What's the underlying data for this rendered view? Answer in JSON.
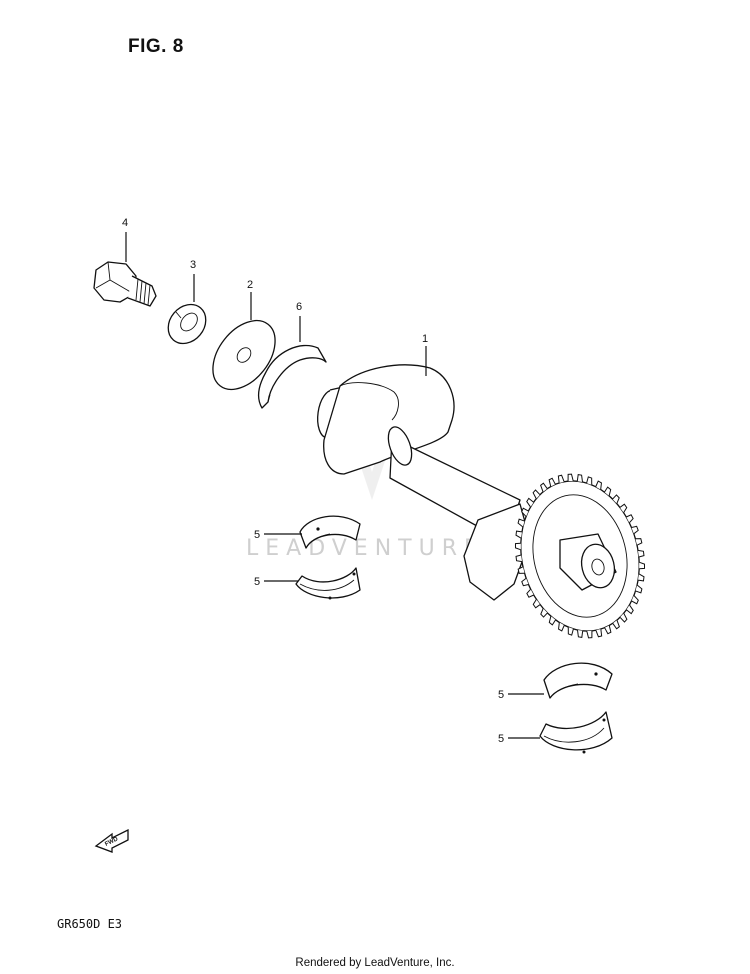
{
  "figure": {
    "title": "FIG. 8"
  },
  "model_code": "GR650D E3",
  "footer": "Rendered by LeadVenture, Inc.",
  "watermark": "LEADVENTURE",
  "fwd_label": "FWD",
  "callouts": {
    "c1": "1",
    "c2": "2",
    "c3": "3",
    "c4": "4",
    "c5a": "5",
    "c5b": "5",
    "c5c": "5",
    "c5d": "5",
    "c6": "6"
  }
}
